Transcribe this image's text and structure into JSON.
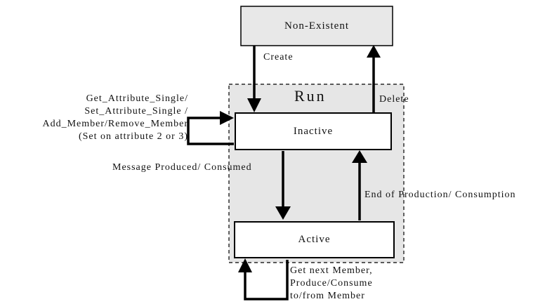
{
  "states": {
    "non_existent": "Non-Existent",
    "run": "Run",
    "inactive": "Inactive",
    "active": "Active"
  },
  "transitions": {
    "create": "Create",
    "delete": "Delete",
    "message": "Message Produced/ Consumed",
    "end": "End of Production/ Consumption",
    "self_inactive": [
      "Get_Attribute_Single/",
      "Set_Attribute_Single /",
      "Add_Member/Remove_Member",
      "(Set on attribute 2 or 3)"
    ],
    "self_active": [
      "Get next Member,",
      "Produce/Consume",
      "to/from Member"
    ]
  },
  "colors": {
    "box_fill_gray": "#e8e8e8",
    "run_fill": "#e6e6e6",
    "line": "#000000"
  }
}
